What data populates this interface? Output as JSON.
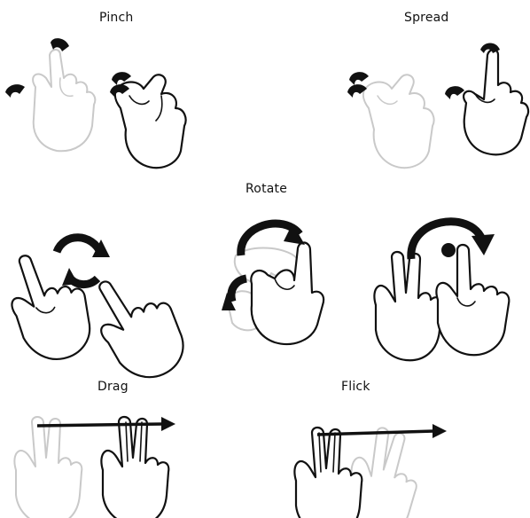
{
  "gestures": {
    "pinch": {
      "label": "Pinch"
    },
    "spread": {
      "label": "Spread"
    },
    "rotate": {
      "label": "Rotate"
    },
    "drag": {
      "label": "Drag"
    },
    "flick": {
      "label": "Flick"
    }
  },
  "colors": {
    "ink": "#111111",
    "ghost": "#c9c9c9",
    "background": "#ffffff"
  }
}
